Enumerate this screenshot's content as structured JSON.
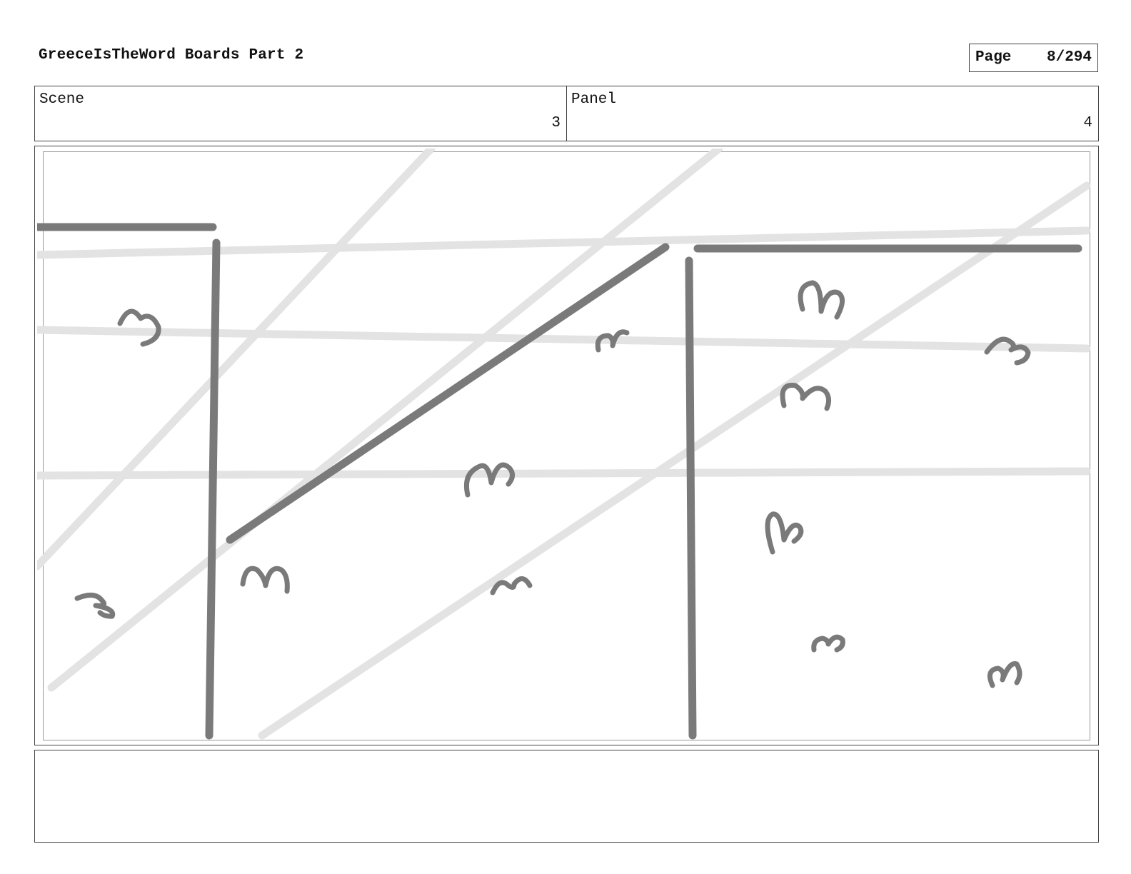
{
  "document": {
    "title": "GreeceIsTheWord Boards Part 2",
    "page_label": "Page",
    "page_number": "8/294"
  },
  "info": {
    "scene_label": "Scene",
    "scene_value": "3",
    "panel_label": "Panel",
    "panel_value": "4"
  },
  "notes": {
    "text": ""
  }
}
